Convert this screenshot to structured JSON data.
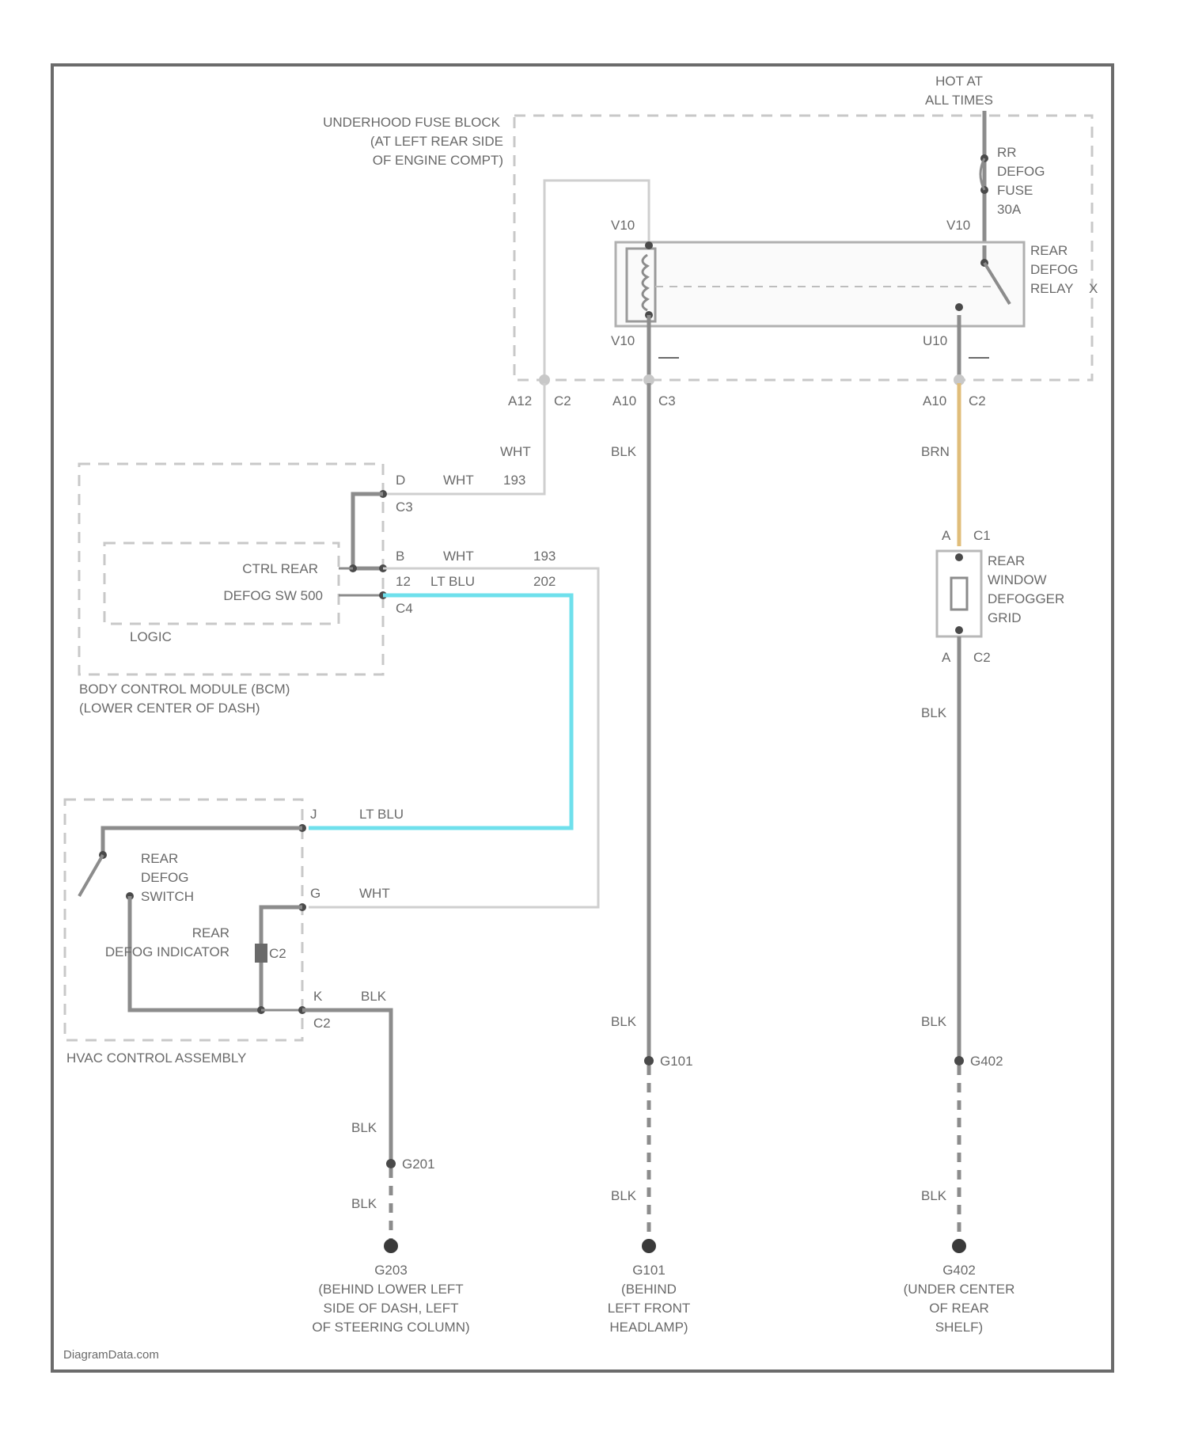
{
  "labels": {
    "hot": [
      "HOT AT",
      "ALL TIMES"
    ],
    "fuse_block": [
      "UNDERHOOD FUSE BLOCK",
      "(AT LEFT REAR SIDE",
      "OF ENGINE COMPT)"
    ],
    "fuse": [
      "RR",
      "DEFOG",
      "FUSE",
      "30A"
    ],
    "relay": [
      "REAR",
      "DEFOG",
      "RELAY"
    ],
    "relay_pin_left_top": "V10",
    "relay_pin_right_top": "V10",
    "relay_pin_left_bot": "V10",
    "relay_pin_right_bot": "U10",
    "relay_side": "X",
    "fb_pin_1": "A12",
    "fb_conn_1": "C2",
    "fb_pin_2": "A10",
    "fb_conn_2": "C3",
    "fb_pin_3": "A10",
    "fb_conn_3": "C2",
    "wht_top": "WHT",
    "blk_mid": "BLK",
    "brn": "BRN",
    "bcm_pin_d": "D",
    "bcm_wht": "WHT",
    "bcm_circuit_1": "193",
    "bcm_conn_c3": "C3",
    "bcm_pin_b": "B",
    "bcm_ctrl_rear": "CTRL REAR",
    "bcm_defog_sw": "DEFOG SW 500",
    "bcm_pin_b_conn": "B",
    "bcm_wht_2": "WHT",
    "bcm_circuit_2": "193",
    "bcm_pin_12": "12",
    "bcm_lt_blu": "LT BLU",
    "bcm_circuit_3": "202",
    "bcm_conn_c4": "C4",
    "logic": "LOGIC",
    "bcm": [
      "BODY CONTROL MODULE (BCM)",
      "(LOWER CENTER OF DASH)"
    ],
    "grid_pin_a_top": "A",
    "grid_conn_c1": "C1",
    "grid": [
      "REAR",
      "WINDOW",
      "DEFOGGER",
      "GRID"
    ],
    "grid_pin_a_bot": "A",
    "grid_conn_c2": "C2",
    "blk_right_1": "BLK",
    "hvac_pin_j": "J",
    "hvac_lt_blu": "LT BLU",
    "switch": [
      "REAR",
      "DEFOG",
      "SWITCH"
    ],
    "hvac_pin_g": "G",
    "hvac_wht": "WHT",
    "indicator": [
      "REAR",
      "DEFOG INDICATOR"
    ],
    "hvac_conn_c2_inner": "C2",
    "hvac_pin_k": "K",
    "hvac_blk": "BLK",
    "hvac_conn_c2": "C2",
    "hvac": "HVAC CONTROL ASSEMBLY",
    "blk_mid_2": "BLK",
    "blk_right_2": "BLK",
    "splice_mid": "G101",
    "splice_right": "G402",
    "blk_left_1": "BLK",
    "splice_left": "G201",
    "blk_left_2": "BLK",
    "blk_mid_3": "BLK",
    "blk_right_3": "BLK",
    "ground_left": [
      "G203",
      "(BEHIND LOWER LEFT",
      "SIDE OF DASH, LEFT",
      "OF STEERING COLUMN)"
    ],
    "ground_mid": [
      "G101",
      "(BEHIND",
      "LEFT FRONT",
      "HEADLAMP)"
    ],
    "ground_right": [
      "G402",
      "(UNDER CENTER",
      "OF REAR",
      "SHELF)"
    ],
    "watermark": "DiagramData.com"
  }
}
